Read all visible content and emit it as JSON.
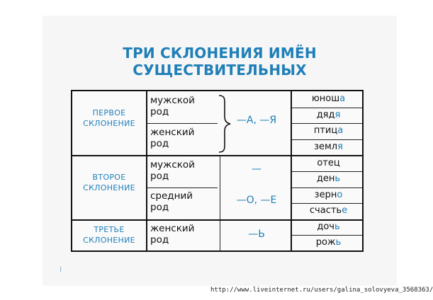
{
  "title": {
    "line1": "ТРИ СКЛОНЕНИЯ ИМЁН",
    "line2": "СУЩЕСТВИТЕЛЬНЫХ"
  },
  "declensions": [
    {
      "label_line1": "ПЕРВОЕ",
      "label_line2": "СКЛОНЕНИЕ"
    },
    {
      "label_line1": "ВТОРОЕ",
      "label_line2": "СКЛОНЕНИЕ"
    },
    {
      "label_line1": "ТРЕТЬЕ",
      "label_line2": "СКЛОНЕНИЕ"
    }
  ],
  "genders": [
    {
      "line1": "мужской",
      "line2": "род"
    },
    {
      "line1": "женский",
      "line2": "род"
    },
    {
      "line1": "мужской",
      "line2": "род"
    },
    {
      "line1": "средний",
      "line2": "род"
    },
    {
      "line1": "женский",
      "line2": "род"
    }
  ],
  "endings": [
    "—А, —Я",
    "—",
    "—О, —Е",
    "—Ь"
  ],
  "words": [
    {
      "stem": "юнош",
      "end": "а"
    },
    {
      "stem": "дяд",
      "end": "я"
    },
    {
      "stem": "птиц",
      "end": "а"
    },
    {
      "stem": "земл",
      "end": "я"
    },
    {
      "stem": "отец",
      "end": ""
    },
    {
      "stem": "ден",
      "end": "ь"
    },
    {
      "stem": "зерн",
      "end": "о"
    },
    {
      "stem": "счасть",
      "end": "е"
    },
    {
      "stem": "доч",
      "end": "ь"
    },
    {
      "stem": "рож",
      "end": "ь"
    }
  ],
  "footer": "http://www.liveinternet.ru/users/galina_solovyeva_3568363/",
  "colors": {
    "accent": "#1f7fb8",
    "text": "#111111",
    "background": "#ffffff"
  }
}
